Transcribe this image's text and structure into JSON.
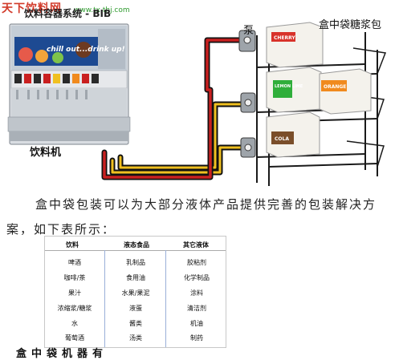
{
  "watermark": {
    "site_text": "天下饮料网",
    "url": "www.tx.thj.com"
  },
  "machine": {
    "title": "饮料容器系统 - BIB",
    "label": "饮料机",
    "banner_text": "chill out...drink up!"
  },
  "rack": {
    "pump_label": "泵",
    "bag_label": "盒中袋糖浆包",
    "boxes": [
      {
        "label": "CHERRY",
        "label_color": "#d8322a"
      },
      {
        "label": "LEMON LIME",
        "label_color": "#2fae3a"
      },
      {
        "label": "ORANGE",
        "label_color": "#f08a1e"
      },
      {
        "label": "COLA",
        "label_color": "#7a4e2a"
      }
    ]
  },
  "paragraph": {
    "text": "盒中袋包装可以为大部分液体产品提供完善的包装解决方案，如下表所示："
  },
  "table": {
    "headers": [
      "饮料",
      "液态食品",
      "其它液体"
    ],
    "rows": [
      [
        "啤酒",
        "乳制品",
        "胶粘剂"
      ],
      [
        "咖啡/茶",
        "食用油",
        "化学制品"
      ],
      [
        "果汁",
        "水果/果泥",
        "涂料"
      ],
      [
        "浓缩浆/糖浆",
        "液蛋",
        "清洁剂"
      ],
      [
        "水",
        "酱类",
        "机油"
      ],
      [
        "葡萄酒",
        "汤类",
        "制药"
      ]
    ]
  },
  "footer": {
    "partial_text": "盒中袋机器有"
  },
  "colors": {
    "tube_red": "#c92020",
    "tube_yellow": "#f0c020",
    "tube_black": "#111111",
    "watermark_red": "#d23a2a"
  }
}
